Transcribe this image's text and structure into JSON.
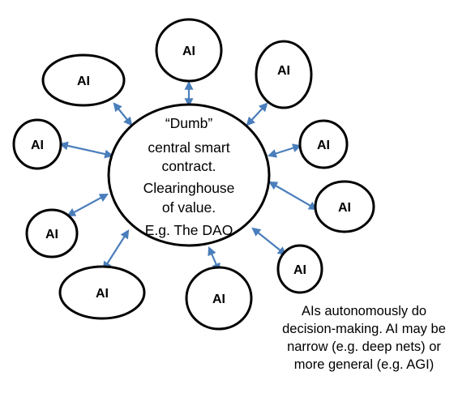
{
  "colors": {
    "connector": "#4a7ebb",
    "outline": "#000000",
    "background": "#ffffff"
  },
  "center": {
    "lines": [
      "“Dumb”",
      "central smart",
      "contract.",
      "Clearinghouse",
      "of value.",
      "E.g. The DAO"
    ]
  },
  "nodes": [
    {
      "id": "top",
      "label": "AI"
    },
    {
      "id": "top-left",
      "label": "AI"
    },
    {
      "id": "top-right",
      "label": "AI"
    },
    {
      "id": "left-upper",
      "label": "AI"
    },
    {
      "id": "right-upper",
      "label": "AI"
    },
    {
      "id": "right-middle",
      "label": "AI"
    },
    {
      "id": "left-lower",
      "label": "AI"
    },
    {
      "id": "right-lower",
      "label": "AI"
    },
    {
      "id": "bottom-left",
      "label": "AI"
    },
    {
      "id": "bottom-center",
      "label": "AI"
    }
  ],
  "caption": {
    "lines": [
      "AIs autonomously do",
      "decision-making. AI may be",
      "narrow (e.g. deep nets) or",
      "more general  (e.g. AGI)"
    ]
  }
}
